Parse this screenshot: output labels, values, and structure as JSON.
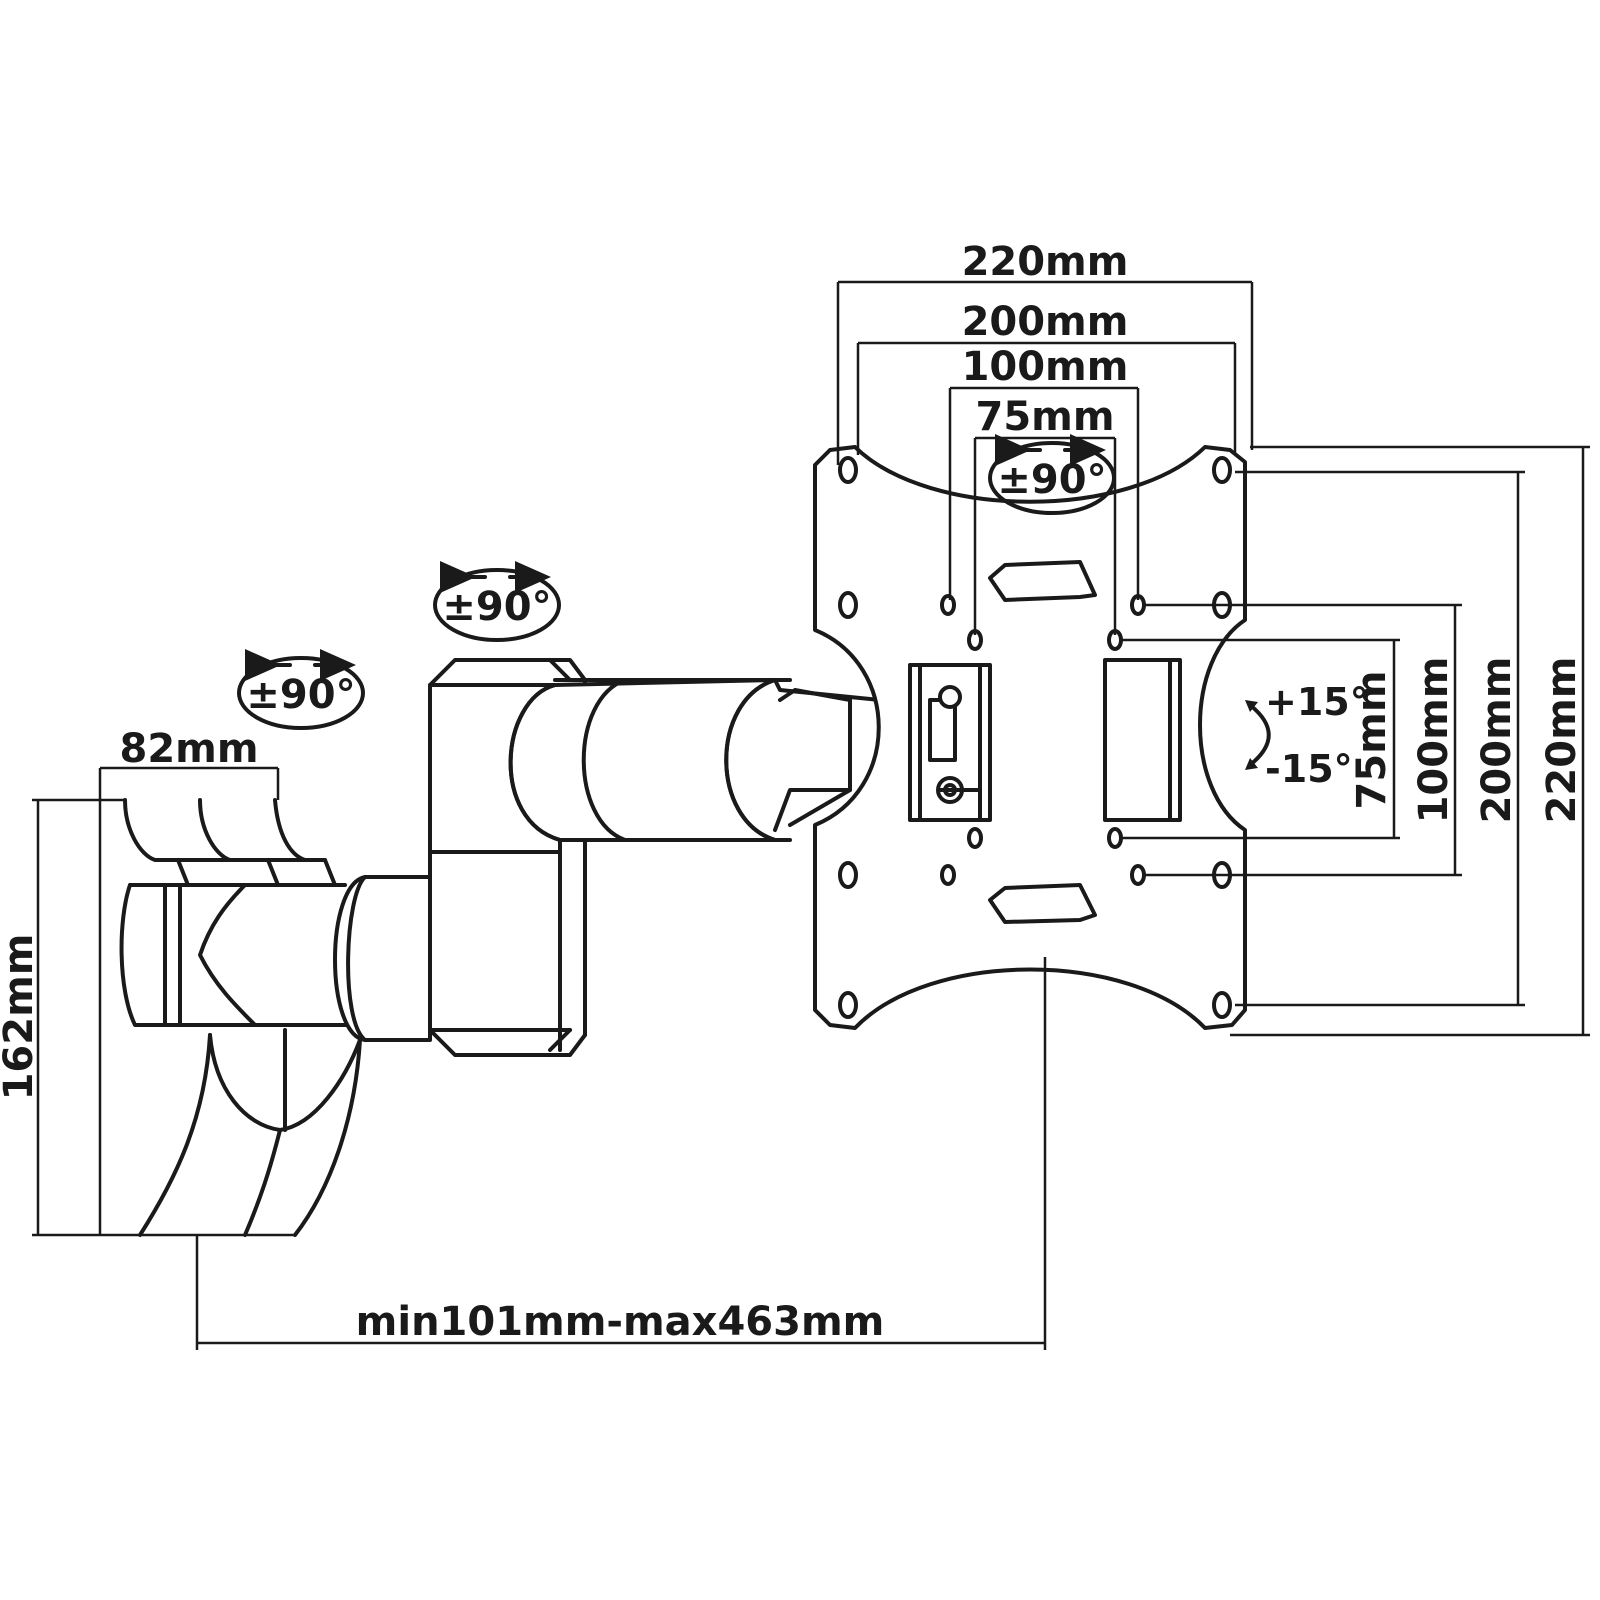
{
  "labels": {
    "width_220": "220mm",
    "width_200": "200mm",
    "width_100": "100mm",
    "width_75": "75mm",
    "height_220": "220mm",
    "height_200": "200mm",
    "height_100": "100mm",
    "height_75": "75mm",
    "rotate_plate": "±90°",
    "rotate_joint_mid": "±90°",
    "rotate_joint_wall": "±90°",
    "tilt_up": "+15°",
    "tilt_down": "-15°",
    "wall_width": "82mm",
    "wall_height": "162mm",
    "extension": "min101mm-max463mm"
  },
  "icons": {
    "rotation": "rotation-arrow-icon",
    "tilt": "tilt-arc-icon"
  },
  "colors": {
    "line": "#1a1a1a",
    "background": "#ffffff"
  }
}
